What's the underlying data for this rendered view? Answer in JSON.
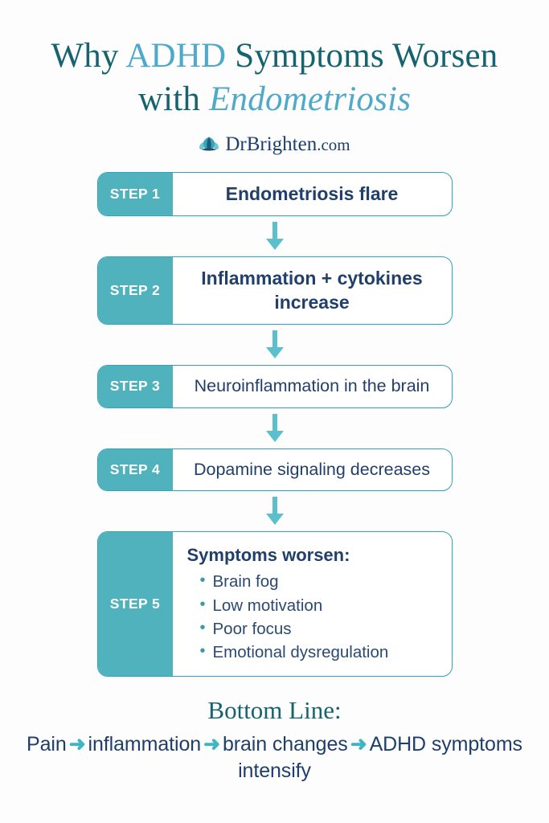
{
  "header": {
    "title_part1": "Why ",
    "title_accent": "ADHD",
    "title_part2": " Symptoms Worsen",
    "title_line2_part1": "with ",
    "title_line2_accent": "Endometriosis",
    "brand_name": "DrBrighten",
    "brand_tld": ".com",
    "logo_icon": "lotus-icon"
  },
  "flow": {
    "steps": [
      {
        "label": "STEP 1",
        "text": "Endometriosis flare",
        "weight": "bold"
      },
      {
        "label": "STEP 2",
        "text": "Inflammation + cytokines increase",
        "weight": "bold"
      },
      {
        "label": "STEP 3",
        "text": "Neuroinflammation in the brain",
        "weight": "medium"
      },
      {
        "label": "STEP 4",
        "text": "Dopamine signaling decreases",
        "weight": "medium"
      },
      {
        "label": "STEP 5",
        "heading": "Symptoms worsen:",
        "bullets": [
          "Brain fog",
          "Low motivation",
          "Poor focus",
          "Emotional dysregulation"
        ]
      }
    ],
    "connector_icon": "down-arrow-icon"
  },
  "bottom": {
    "title": "Bottom Line:",
    "chain": [
      "Pain",
      "inflammation",
      "brain changes",
      "ADHD symptoms intensify"
    ],
    "arrow_glyph": "➜"
  },
  "colors": {
    "teal_label": "#4fb2bd",
    "teal_border": "#35a3bd",
    "teal_arrow": "#5bc0cc",
    "navy_text": "#213f6b",
    "dark_teal_heading": "#15636e",
    "light_blue_accent": "#4ea9ca",
    "bullet_teal": "#3d9aa6",
    "background": "#fdfdfd"
  }
}
